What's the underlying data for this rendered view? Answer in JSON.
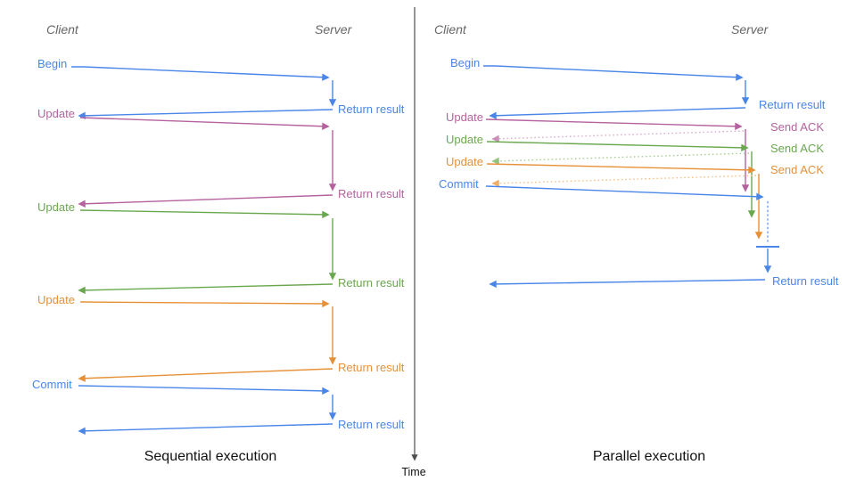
{
  "palette": {
    "blue": "#4a86e8",
    "blue_light": "#6d9eeb",
    "pink": "#b5629e",
    "pink_light": "#d9aecd",
    "green": "#6aa84f",
    "green_light": "#a9cf95",
    "orange": "#e69138",
    "orange_light": "#f4c189",
    "axis_gray": "#4d4d4d",
    "lifeline_label_gray": "#666666",
    "caption_black": "#111111"
  },
  "time_axis": {
    "label": "Time"
  },
  "left_diagram": {
    "title": "Sequential execution",
    "client_label": "Client",
    "server_label": "Server",
    "messages": [
      {
        "request": "Begin",
        "response": "Return result",
        "color": "blue"
      },
      {
        "request": "Update",
        "response": "Return result",
        "color": "pink"
      },
      {
        "request": "Update",
        "response": "Return result",
        "color": "green"
      },
      {
        "request": "Update",
        "response": "Return result",
        "color": "orange"
      },
      {
        "request": "Commit",
        "response": "Return result",
        "color": "blue"
      }
    ]
  },
  "right_diagram": {
    "title": "Parallel execution",
    "client_label": "Client",
    "server_label": "Server",
    "messages": [
      {
        "request": "Begin",
        "response": "Return result",
        "color": "blue"
      },
      {
        "request": "Update",
        "response": "Send ACK",
        "color": "pink"
      },
      {
        "request": "Update",
        "response": "Send ACK",
        "color": "green"
      },
      {
        "request": "Update",
        "response": "Send ACK",
        "color": "orange"
      },
      {
        "request": "Commit",
        "response": "Return result",
        "color": "blue"
      }
    ]
  }
}
